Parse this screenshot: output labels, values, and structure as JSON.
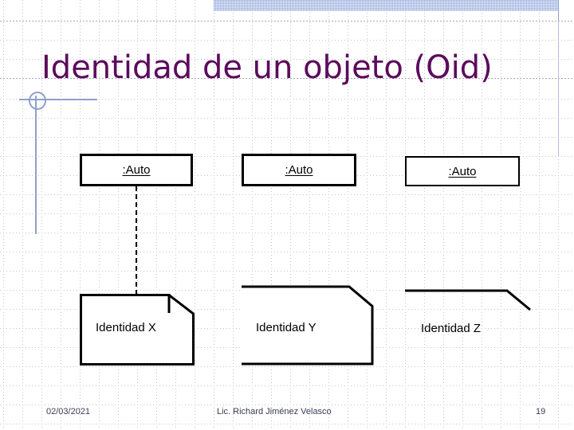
{
  "slide": {
    "title": "Identidad de un objeto (Oid)",
    "title_color": "#5C0A5C",
    "background_color": "#FFFFFF",
    "grid_line_color": "#C2C2D2",
    "accent_line_color": "#8FA0C8",
    "band_color": "#9FB2E0"
  },
  "decoration": {
    "circle_icon": "circle-with-vertical-line",
    "horizontal_rule": "horizontal-accent-rule",
    "vertical_rule": "vertical-accent-rule",
    "top_band": "hatched-band"
  },
  "diagram": {
    "objects": [
      {
        "label": ":Auto",
        "name": "object-box-1"
      },
      {
        "label": ":Auto",
        "name": "object-box-2"
      },
      {
        "label": ":Auto",
        "name": "object-box-3"
      }
    ],
    "notes": [
      {
        "label": "Identidad X",
        "name": "note-identidad-x"
      },
      {
        "label": "Identidad Y",
        "name": "note-identidad-y"
      },
      {
        "label": "Identidad Z",
        "name": "note-identidad-z"
      }
    ],
    "connector": {
      "style": "dashed",
      "name": "note-anchor-dashed-line"
    }
  },
  "footer": {
    "date": "02/03/2021",
    "author": "Lic. Richard Jiménez Velasco",
    "page_number": "19"
  }
}
